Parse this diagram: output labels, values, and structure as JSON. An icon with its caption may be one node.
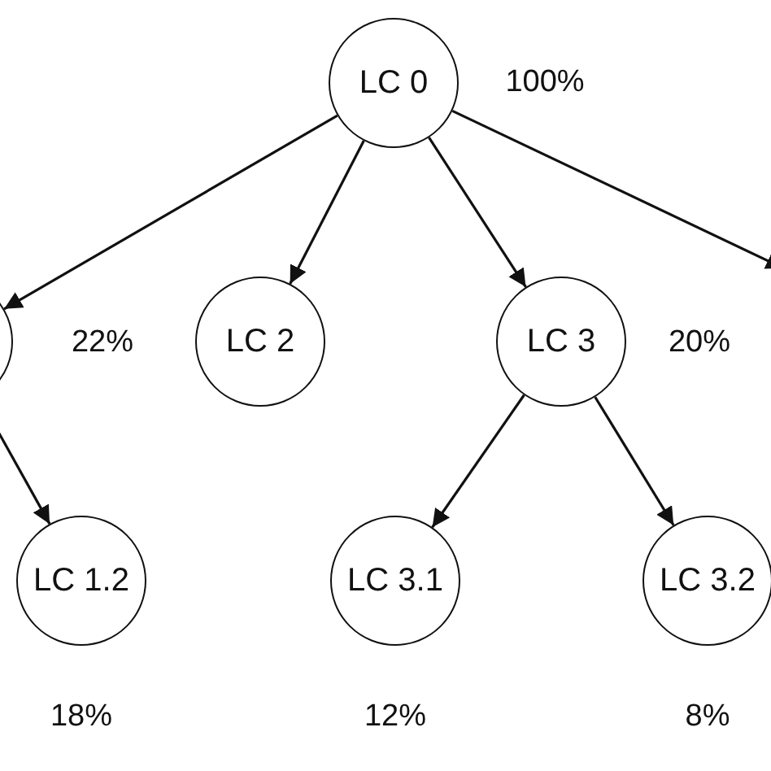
{
  "diagram": {
    "nodes": [
      {
        "text": [
          "LC 0"
        ],
        "beside": [
          "100%"
        ]
      },
      {
        "text": [],
        "shape": "circle",
        "beside": [
          "22%"
        ]
      },
      {
        "text": [
          "LC 2"
        ]
      },
      {
        "text": [
          "LC 3"
        ],
        "beside": [
          "20%"
        ]
      },
      {
        "text": [
          "LC 1.2"
        ],
        "beside": [
          "18%"
        ]
      },
      {
        "text": [
          "LC 3.1"
        ],
        "beside": [
          "12%"
        ]
      },
      {
        "text": [
          "LC 3.2"
        ],
        "beside": [
          "8%"
        ]
      }
    ],
    "edges": [
      {
        "from": 0,
        "to": 1,
        "arrow": "to"
      },
      {
        "from": 0,
        "to": 2,
        "arrow": "to"
      },
      {
        "from": 0,
        "to": 3,
        "arrow": "to"
      },
      {
        "from": 0,
        "to": null,
        "arrow": "to"
      },
      {
        "from": 1,
        "to": 4,
        "arrow": "to"
      },
      {
        "from": 3,
        "to": 5,
        "arrow": "to"
      },
      {
        "from": 3,
        "to": 6,
        "arrow": "to"
      }
    ]
  }
}
